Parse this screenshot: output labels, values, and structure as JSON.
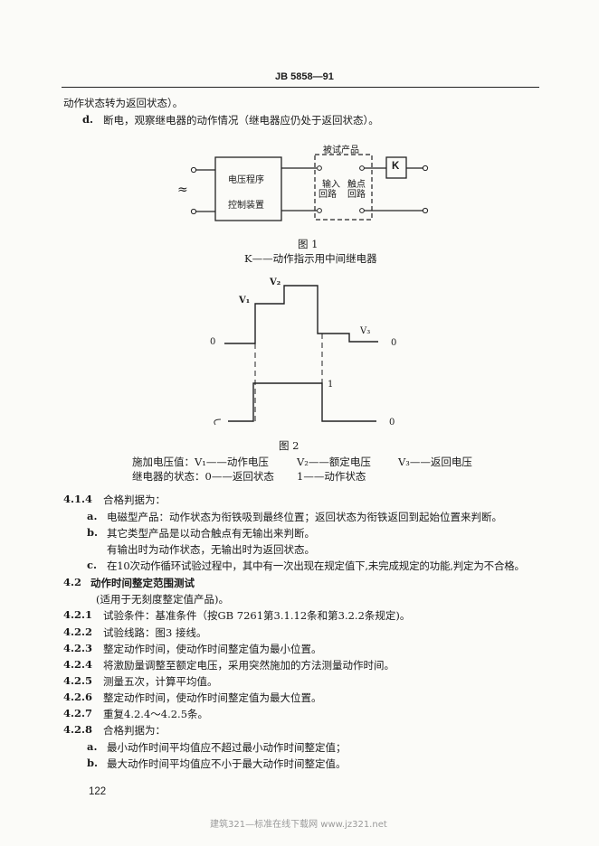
{
  "header": {
    "std_no": "JB 5858—91"
  },
  "intro": {
    "cont": "动作状态转为返回状态）。",
    "d_label": "d.",
    "d_text": "断电，观察继电器的动作情况（继电器应仍处于返回状态）。"
  },
  "fig1": {
    "title": "被试产品",
    "box1_line1": "电压程序",
    "box1_line2": "控制装置",
    "input_line1": "输入",
    "input_line2": "回路",
    "contact_line1": "触点",
    "contact_line2": "回路",
    "relay": "K",
    "ac": "≈",
    "caption": "图    1",
    "note": "K——动作指示用中间继电器"
  },
  "fig2": {
    "v1": "V₁",
    "v2": "V₂",
    "v3": "V₃",
    "zero_top": "0",
    "zero_top_right": "0",
    "zero_bottom_right": "0",
    "one": "1",
    "caption": "图    2",
    "legend_r1_a": "施加电压值：V₁——动作电压",
    "legend_r1_b": "V₂——额定电压",
    "legend_r1_c": "V₃——返回电压",
    "legend_r2_a": "继电器的状态：0——返回状态",
    "legend_r2_b": "1——动作状态"
  },
  "s4_1_4": {
    "num": "4.1.4",
    "title": "合格判据为：",
    "a_label": "a.",
    "a_text": "电磁型产品：动作状态为衔铁吸到最终位置；返回状态为衔铁返回到起始位置来判断。",
    "b_label": "b.",
    "b_text": "其它类型产品是以动合触点有无输出来判断。",
    "b_text2": "有输出时为动作状态，无输出时为返回状态。",
    "c_label": "c.",
    "c_text": "在10次动作循环试验过程中，其中有一次出现在规定值下,未完成规定的功能,判定为不合格。"
  },
  "s4_2": {
    "num": "4.2",
    "title": "动作时间整定范围测试",
    "note": "(适用于无刻度整定值产品)。",
    "items": [
      {
        "num": "4.2.1",
        "text": "试验条件：基准条件（按GB 7261第3.1.12条和第3.2.2条规定)。"
      },
      {
        "num": "4.2.2",
        "text": "试验线路：图3 接线。"
      },
      {
        "num": "4.2.3",
        "text": "整定动作时间，使动作时间整定值为最小位置。"
      },
      {
        "num": "4.2.4",
        "text": "将激励量调整至额定电压，采用突然施加的方法测量动作时间。"
      },
      {
        "num": "4.2.5",
        "text": "测量五次，计算平均值。"
      },
      {
        "num": "4.2.6",
        "text": "整定动作时间，使动作时间整定值为最大位置。"
      },
      {
        "num": "4.2.7",
        "text": "重复4.2.4～4.2.5条。"
      },
      {
        "num": "4.2.8",
        "text": "合格判据为："
      }
    ],
    "a_label": "a.",
    "a_text": "最小动作时间平均值应不超过最小动作时间整定值；",
    "b_label": "b.",
    "b_text": "最大动作时间平均值应不小于最大动作时间整定值。"
  },
  "page_no": "122",
  "watermark": "建筑321—标准在线下载网    www.jz321.net"
}
